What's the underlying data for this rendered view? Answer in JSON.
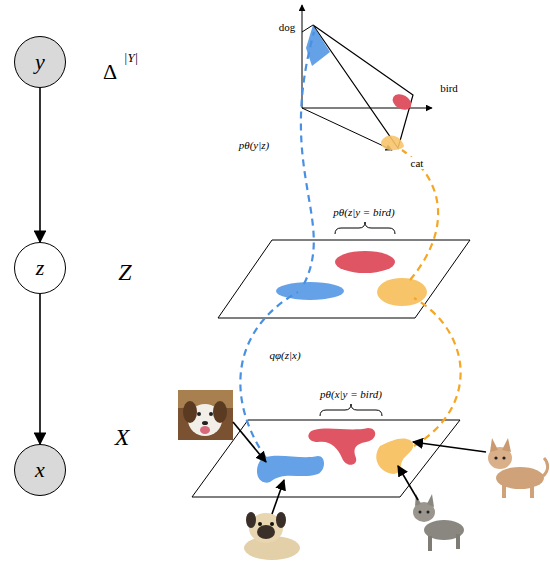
{
  "diagram": {
    "nodes": [
      {
        "text": [
          "y"
        ]
      },
      {
        "text": [
          "z"
        ]
      },
      {
        "text": [
          "x"
        ]
      }
    ],
    "edges": [
      {
        "from": 0,
        "to": 1,
        "arrow": "to"
      },
      {
        "from": 1,
        "to": 2,
        "arrow": "to"
      }
    ],
    "labels": [
      "Δ",
      "|Y|",
      "Z",
      "X",
      "dog",
      "bird",
      "cat",
      "pθ(y|z)",
      "pθ(z|y = bird)",
      "qφ(z|x)",
      "pθ(x|y = bird)"
    ]
  }
}
